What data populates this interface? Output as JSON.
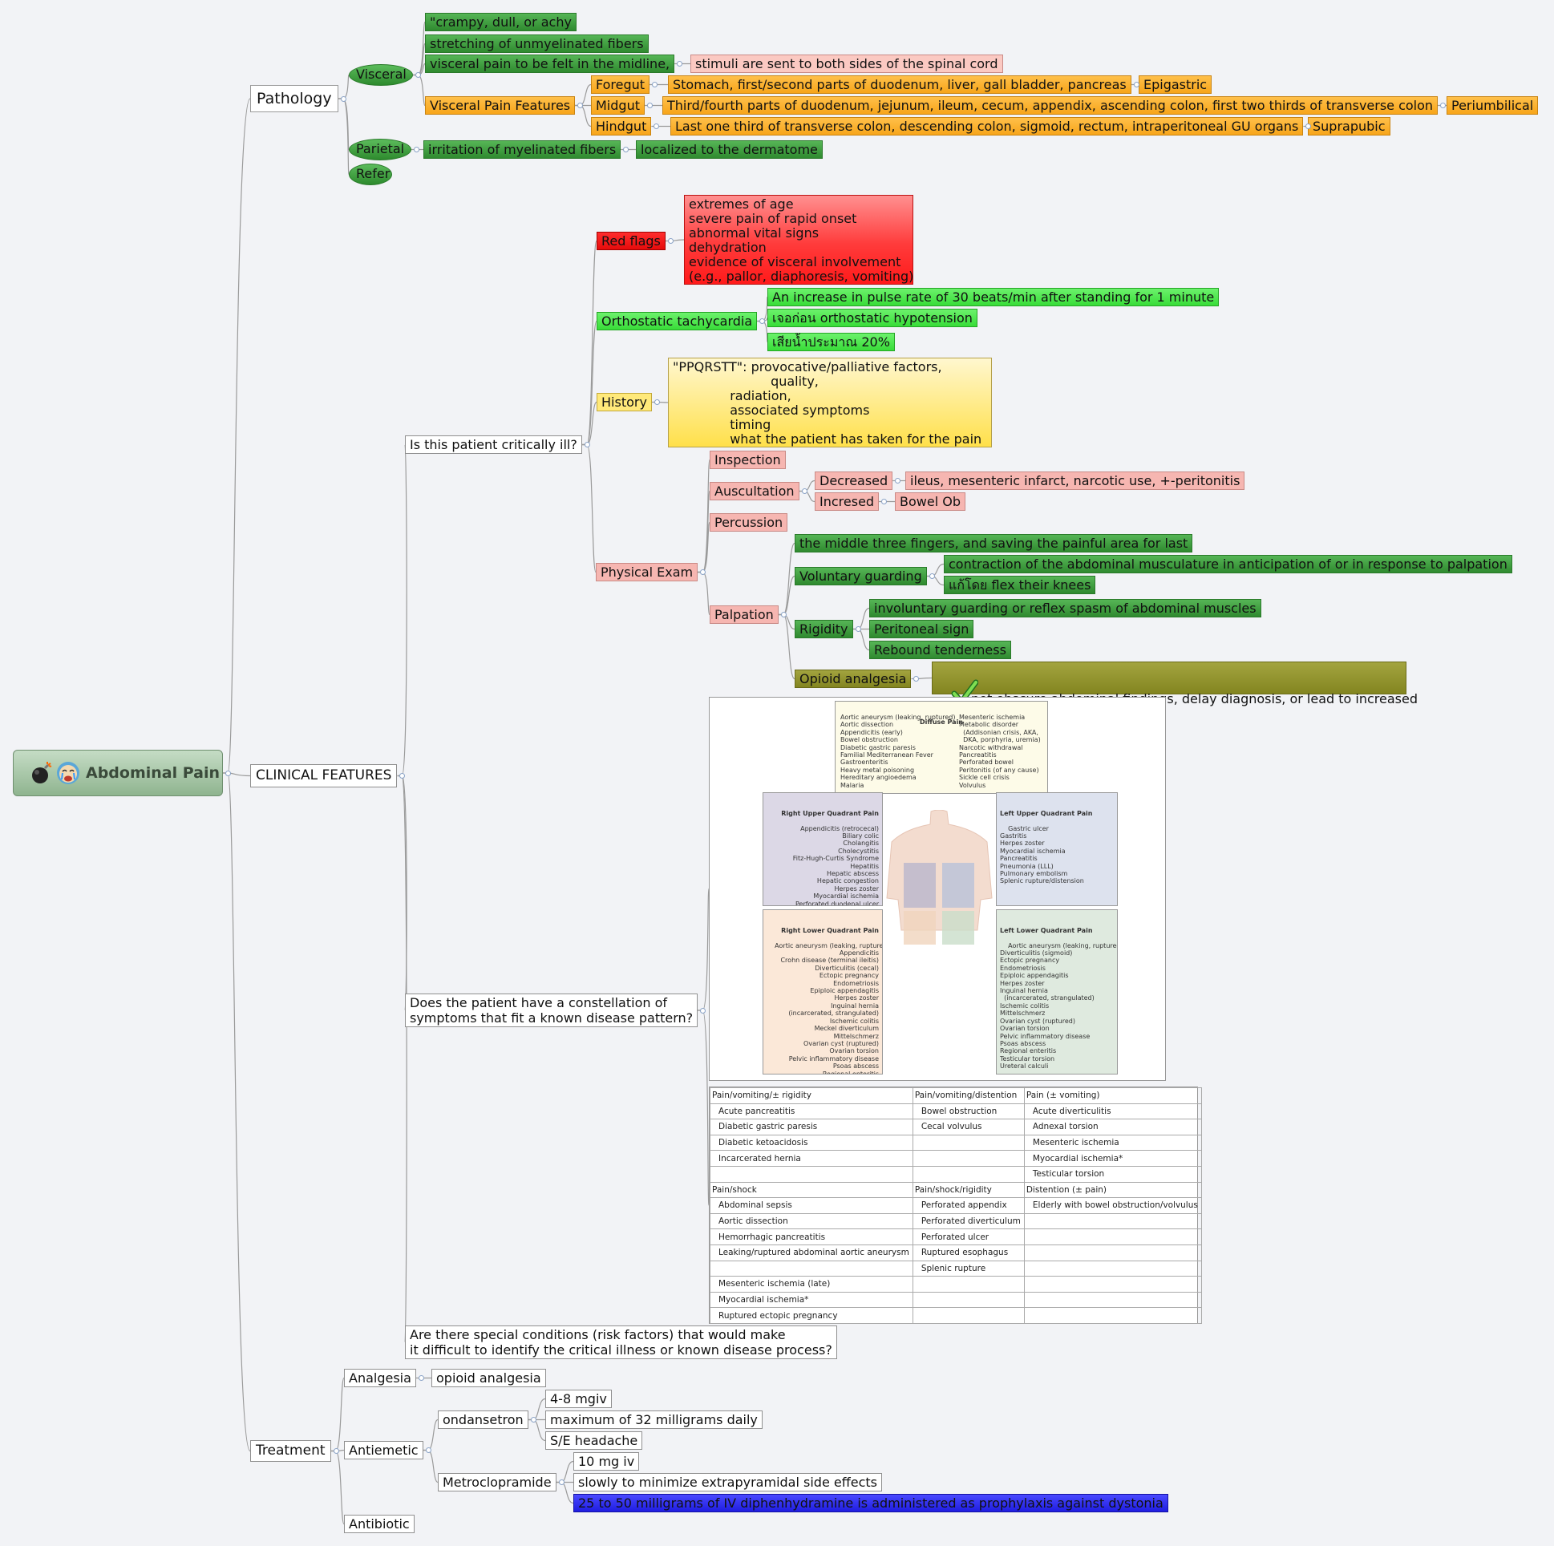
{
  "root": {
    "title": "Abdominal Pain",
    "icons": [
      "bomb-icon",
      "crying-face-icon"
    ]
  },
  "pathology": {
    "label": "Pathology",
    "visceral": {
      "label": "Visceral",
      "items": [
        "\"crampy, dull, or achy",
        "stretching of unmyelinated fibers",
        "visceral pain to be felt in the midline,"
      ],
      "midline_note": "stimuli are sent to both sides of the spinal cord",
      "features": {
        "label": "Visceral Pain Features",
        "foregut": {
          "label": "Foregut",
          "organs": "Stomach, first/second parts of duodenum, liver, gall bladder, pancreas",
          "region": "Epigastric"
        },
        "midgut": {
          "label": "Midgut",
          "organs": "Third/fourth parts of duodenum, jejunum, ileum, cecum, appendix, ascending colon, first two thirds of transverse colon",
          "region": "Periumbilical"
        },
        "hindgut": {
          "label": "Hindgut",
          "organs": "Last one third of transverse colon, descending colon, sigmoid, rectum, intraperitoneal GU organs",
          "region": "Suprapubic"
        }
      }
    },
    "parietal": {
      "label": "Parietal",
      "item": "irritation of myelinated fibers",
      "note": "localized to the dermatome"
    },
    "refer": {
      "label": "Refer"
    }
  },
  "clinical": {
    "label": "CLINICAL FEATURES",
    "q1": {
      "label": "Is this patient critically ill?",
      "red_flags": {
        "label": "Red flags",
        "text": "extremes of age\nsevere pain of rapid onset\nabnormal vital signs\ndehydration\nevidence of visceral involvement\n(e.g., pallor, diaphoresis, vomiting)"
      },
      "orthostatic": {
        "label": "Orthostatic tachycardia",
        "items": [
          "An increase in pulse rate of 30 beats/min after standing for 1 minute",
          "เจอก่อน orthostatic hypotension",
          "เสียน้ำประมาณ 20%"
        ]
      },
      "history": {
        "label": "History",
        "text": "\"PPQRSTT\": provocative/palliative factors,\n                        quality,\n              radiation,\n              associated symptoms\n              timing\n              what the patient has taken for the pain"
      },
      "physical": {
        "label": "Physical Exam",
        "inspection": "Inspection",
        "auscultation": {
          "label": "Auscultation",
          "decreased": "Decreased",
          "decreased_note": "ileus, mesenteric infarct, narcotic use, +-peritonitis",
          "increased": "Incresed",
          "increased_note": "Bowel Ob"
        },
        "percussion": "Percussion",
        "palpation": {
          "label": "Palpation",
          "technique": "the middle three fingers, and saving the painful area for last",
          "voluntary": {
            "label": "Voluntary guarding",
            "items": [
              "contraction of the abdominal musculature in anticipation of or in response to palpation",
              "แก้โดย flex their knees"
            ]
          },
          "rigidity": {
            "label": "Rigidity",
            "items": [
              "involuntary guarding or reflex spasm of abdominal muscles",
              "Peritoneal sign",
              "Rebound tenderness"
            ]
          },
          "opioid": {
            "label": "Opioid analgesia",
            "note": "not obscure abdominal findings, delay diagnosis, or lead to increased\nmorbidity/mortality"
          }
        }
      }
    },
    "q2": {
      "label": "Does the patient have a constellation of\nsymptoms that fit a known disease pattern?",
      "figure": {
        "diffuse": {
          "title": "Diffuse Pain",
          "col1": "Aortic aneurysm (leaking, ruptured)\nAortic dissection\nAppendicitis (early)\nBowel obstruction\nDiabetic gastric paresis\nFamilial Mediterranean Fever\nGastroenteritis\nHeavy metal poisoning\nHereditary angioedema\nMalaria",
          "col2": "Mesenteric ischemia\nMetabolic disorder\n  (Addisonian crisis, AKA,\n  DKA, porphyria, uremia)\nNarcotic withdrawal\nPancreatitis\nPerforated bowel\nPeritonitis (of any cause)\nSickle cell crisis\nVolvulus"
        },
        "ruq": {
          "title": "Right Upper Quadrant Pain",
          "text": "Appendicitis (retrocecal)\nBiliary colic\nCholangitis\nCholecystitis\nFitz-Hugh-Curtis Syndrome\nHepatitis\nHepatic abscess\nHepatic congestion\nHerpes zoster\nMyocardial ischemia\nPerforated duodenal ulcer\nPneumonia (RLL)\nPulmonary embolism"
        },
        "luq": {
          "title": "Left Upper Quadrant Pain",
          "text": "Gastric ulcer\nGastritis\nHerpes zoster\nMyocardial ischemia\nPancreatitis\nPneumonia (LLL)\nPulmonary embolism\nSplenic rupture/distension"
        },
        "rlq": {
          "title": "Right Lower Quadrant Pain",
          "text": "Aortic aneurysm (leaking, ruptured)\nAppendicitis\nCrohn disease (terminal ileitis)\nDiverticulitis (cecal)\nEctopic pregnancy\nEndometriosis\nEpiploic appendagitis\nHerpes zoster\nInguinal hernia\n(incarcerated, strangulated)\nIschemic colitis\nMeckel diverticulum\nMittelschmerz\nOvarian cyst (ruptured)\nOvarian torsion\nPelvic inflammatory disease\nPsoas abscess\nRegional enteritis\nTesticular torsion\nUreteral calculi"
        },
        "llq": {
          "title": "Left Lower Quadrant Pain",
          "text": "Aortic aneurysm (leaking, ruptured)\nDiverticulitis (sigmoid)\nEctopic pregnancy\nEndometriosis\nEpiploic appendagitis\nHerpes zoster\nInguinal hernia\n  (incarcerated, strangulated)\nIschemic colitis\nMittelschmerz\nOvarian cyst (ruptured)\nOvarian torsion\nPelvic inflammatory disease\nPsoas abscess\nRegional enteritis\nTesticular torsion\nUreteral calculi"
        }
      },
      "table": {
        "rows": [
          {
            "c": [
              "Pain/vomiting/± rigidity",
              "Pain/vomiting/distention",
              "Pain (± vomiting)"
            ],
            "header": true
          },
          {
            "c": [
              "Acute pancreatitis",
              "Bowel obstruction",
              "Acute diverticulitis"
            ]
          },
          {
            "c": [
              "Diabetic gastric paresis",
              "Cecal volvulus",
              "Adnexal torsion"
            ]
          },
          {
            "c": [
              "Diabetic ketoacidosis",
              "",
              "Mesenteric ischemia"
            ]
          },
          {
            "c": [
              "Incarcerated hernia",
              "",
              "Myocardial ischemia*"
            ]
          },
          {
            "c": [
              "",
              "",
              "Testicular torsion"
            ]
          },
          {
            "c": [
              "Pain/shock",
              "Pain/shock/rigidity",
              "Distention (± pain)"
            ],
            "header": true
          },
          {
            "c": [
              "Abdominal sepsis",
              "Perforated appendix",
              "Elderly with bowel obstruction/volvulus"
            ]
          },
          {
            "c": [
              "Aortic dissection",
              "Perforated diverticulum",
              ""
            ]
          },
          {
            "c": [
              "Hemorrhagic pancreatitis",
              "Perforated ulcer",
              ""
            ]
          },
          {
            "c": [
              "Leaking/ruptured abdominal aortic aneurysm",
              "Ruptured esophagus",
              ""
            ]
          },
          {
            "c": [
              "",
              "Splenic rupture",
              ""
            ]
          },
          {
            "c": [
              "Mesenteric ischemia (late)",
              "",
              ""
            ]
          },
          {
            "c": [
              "Myocardial ischemia*",
              "",
              ""
            ]
          },
          {
            "c": [
              "Ruptured ectopic pregnancy",
              "",
              ""
            ]
          }
        ]
      }
    },
    "q3": {
      "label": "Are there special conditions (risk factors) that would make\nit difficult to identify the critical illness or known disease process?"
    }
  },
  "treatment": {
    "label": "Treatment",
    "analgesia": {
      "label": "Analgesia",
      "item": "opioid analgesia"
    },
    "antiemetic": {
      "label": "Antiemetic",
      "ondansetron": {
        "label": "ondansetron",
        "items": [
          "4-8 mgiv",
          "maximum of 32 milligrams daily",
          "S/E headache"
        ]
      },
      "metoclopramide": {
        "label": "Metroclopramide",
        "items": [
          "10 mg iv",
          "slowly to minimize extrapyramidal side effects",
          "25 to 50 milligrams of IV diphenhydramine is administered as prophylaxis against dystonia"
        ]
      }
    },
    "antibiotic": {
      "label": "Antibiotic"
    }
  },
  "colors": {
    "background": "#f2f3f6",
    "green": "#3a9c3a",
    "orange": "#f9ae2a",
    "pink": "#f6b6b1",
    "red": "#f21a1a",
    "lime": "#4ce64c",
    "yellow": "#ffe97a",
    "olive": "#93942e",
    "blue": "#2a28f0",
    "connector": "#9a9a9a"
  }
}
